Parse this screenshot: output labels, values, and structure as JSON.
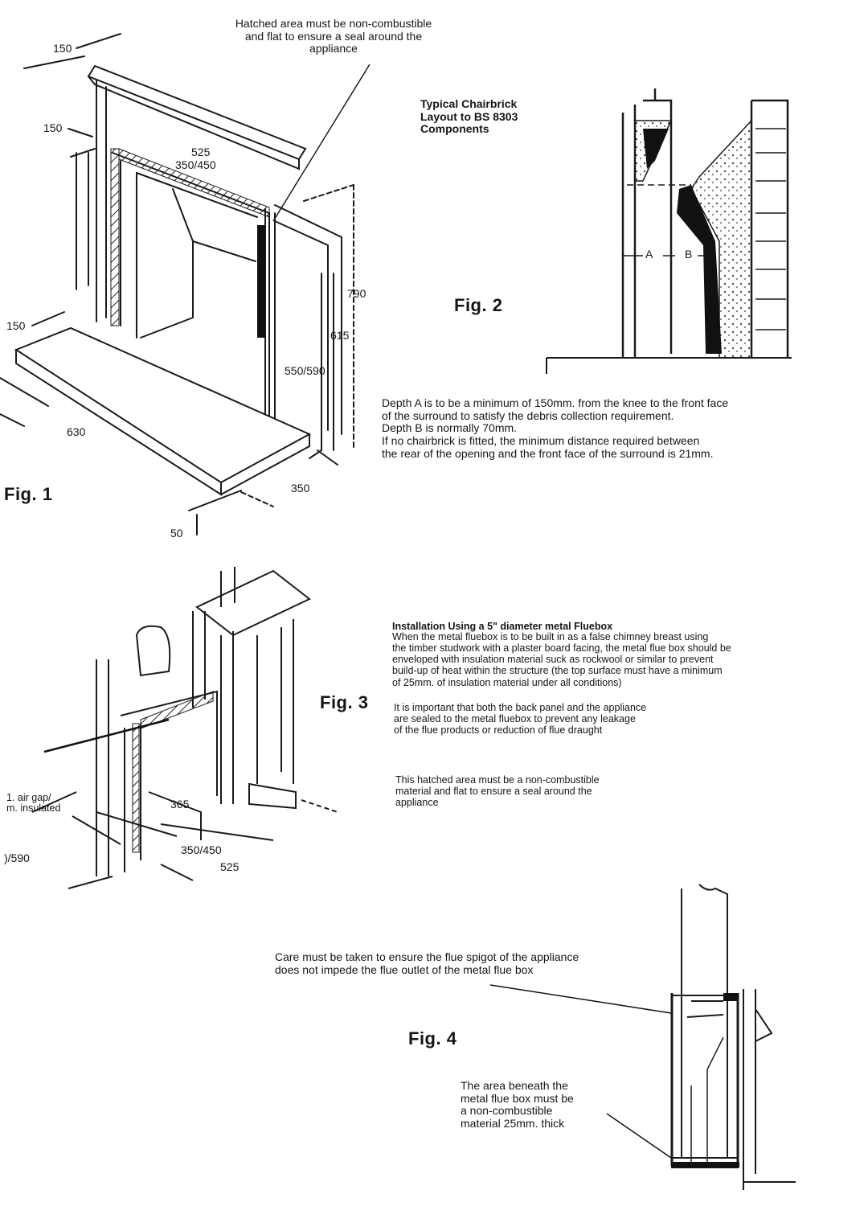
{
  "fig1": {
    "label": "Fig. 1",
    "note_lines": [
      "Hatched area must be non-combustible",
      "and flat to ensure a seal around the",
      "appliance"
    ],
    "dims": {
      "d150_top": "150",
      "d150_mid": "150",
      "d150_low": "150",
      "d525": "525",
      "d350_450": "350/450",
      "d790": "790",
      "d615": "615",
      "d550_590": "550/590",
      "d630": "630",
      "d350": "350",
      "d50": "50"
    }
  },
  "fig2": {
    "label": "Fig. 2",
    "title_lines": [
      "Typical Chairbrick",
      "Layout to BS 8303",
      "Components"
    ],
    "label_a": "A",
    "label_b": "B",
    "text_lines": [
      "Depth A is to be a minimum of 150mm. from the knee to the front face",
      "of the surround to satisfy the debris collection requirement.",
      "Depth B is normally 70mm.",
      "If no chairbrick is fitted, the minimum distance required between",
      "the rear of the opening and the front face of the surround is 21mm."
    ]
  },
  "fig3": {
    "label": "Fig. 3",
    "heading": "Installation Using a 5\" diameter metal Fluebox",
    "para1_lines": [
      "When the metal fluebox is to be built in as a false chimney breast using",
      "the timber studwork with a plaster board facing, the metal flue box should be",
      "enveloped with insulation material suck as rockwool or similar to prevent",
      "build-up of heat within the structure (the top surface must have a minimum",
      "of 25mm. of insulation material under all conditions)"
    ],
    "para2_lines": [
      "It is important that both the back panel and the appliance",
      "are sealed to the metal fluebox to prevent any leakage",
      "of the flue products or reduction of flue draught"
    ],
    "para3_lines": [
      "This hatched area must be a non-combustible",
      "material and flat to ensure a seal around the",
      "appliance"
    ],
    "side_label_1": "1. air gap/",
    "side_label_2": "m. insulated",
    "dims": {
      "d365": "365",
      "d350_450": "350/450",
      "d525": "525",
      "d590": ")/590"
    }
  },
  "fig4": {
    "label": "Fig. 4",
    "top_note_lines": [
      "Care must be taken to ensure the flue spigot of the appliance",
      "does not impede the flue outlet of the metal flue box"
    ],
    "bottom_note_lines": [
      "The area beneath the",
      "metal flue box must be",
      "a non-combustible",
      "material 25mm. thick"
    ]
  }
}
